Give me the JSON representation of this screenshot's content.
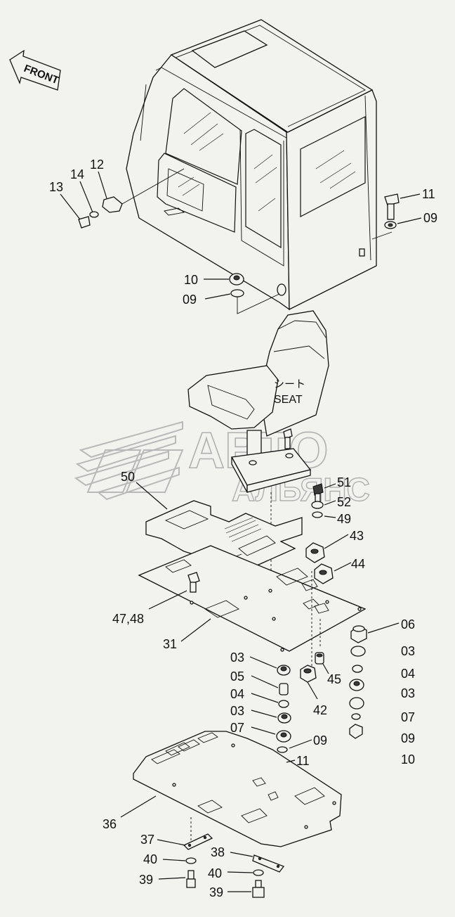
{
  "front_arrow": {
    "text": "FRONT"
  },
  "seat": {
    "label_jp": "シート",
    "label_en": "SEAT"
  },
  "watermark": {
    "line1": "АВТО",
    "line2": "АЛЬЯНС"
  },
  "callouts": [
    {
      "text": "12"
    },
    {
      "text": "14"
    },
    {
      "text": "13"
    },
    {
      "text": "11"
    },
    {
      "text": "09"
    },
    {
      "text": "10"
    },
    {
      "text": "09"
    },
    {
      "text": "50"
    },
    {
      "text": "51"
    },
    {
      "text": "52"
    },
    {
      "text": "49"
    },
    {
      "text": "43"
    },
    {
      "text": "44"
    },
    {
      "text": "47,48"
    },
    {
      "text": "31"
    },
    {
      "text": "06"
    },
    {
      "text": "03"
    },
    {
      "text": "04"
    },
    {
      "text": "03"
    },
    {
      "text": "07"
    },
    {
      "text": "09"
    },
    {
      "text": "10"
    },
    {
      "text": "03"
    },
    {
      "text": "05"
    },
    {
      "text": "04"
    },
    {
      "text": "03"
    },
    {
      "text": "07"
    },
    {
      "text": "09"
    },
    {
      "text": "11"
    },
    {
      "text": "45"
    },
    {
      "text": "42"
    },
    {
      "text": "36"
    },
    {
      "text": "37"
    },
    {
      "text": "40"
    },
    {
      "text": "39"
    },
    {
      "text": "38"
    },
    {
      "text": "40"
    },
    {
      "text": "39"
    }
  ]
}
